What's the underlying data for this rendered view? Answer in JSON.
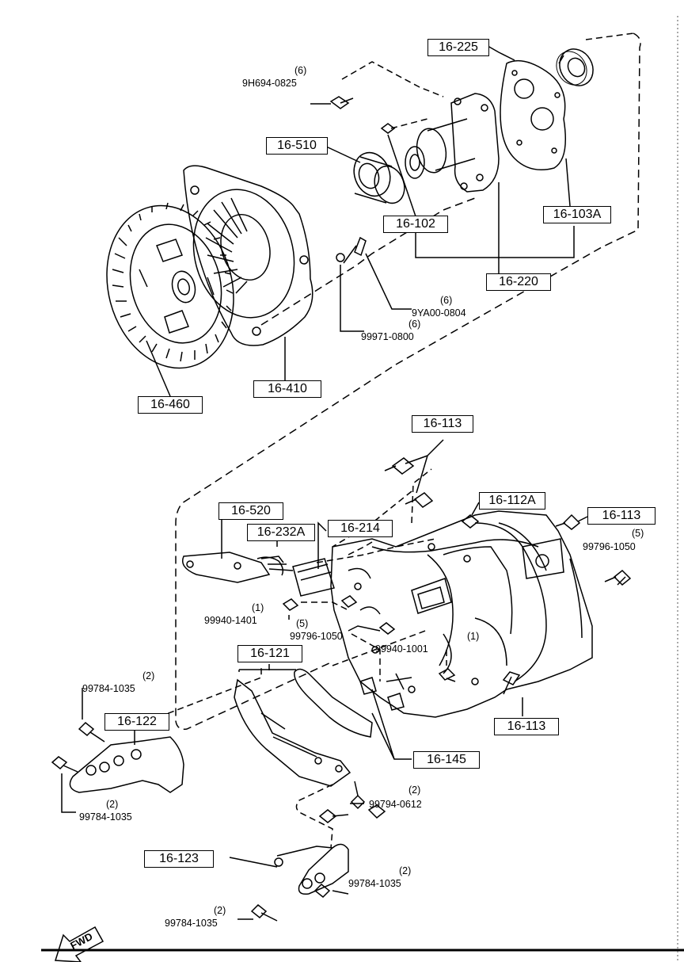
{
  "part_labels": {
    "p16_225": "16-225",
    "p16_510": "16-510",
    "p16_102": "16-102",
    "p16_103A": "16-103A",
    "p16_220": "16-220",
    "p16_410": "16-410",
    "p16_460": "16-460",
    "p16_113_top": "16-113",
    "p16_112A": "16-112A",
    "p16_113_right": "16-113",
    "p16_520": "16-520",
    "p16_232A": "16-232A",
    "p16_214": "16-214",
    "p16_121": "16-121",
    "p16_122": "16-122",
    "p16_113_bottom": "16-113",
    "p16_145": "16-145",
    "p16_123": "16-123"
  },
  "fasteners": {
    "f_9H694_qty": "(6)",
    "f_9H694": "9H694-0825",
    "f_9YA00_qty": "(6)",
    "f_9YA00": "9YA00-0804",
    "f_99971_qty": "(6)",
    "f_99971": "99971-0800",
    "f_99796_right_qty": "(5)",
    "f_99796_right": "99796-1050",
    "f_99940_1401_qty": "(1)",
    "f_99940_1401": "99940-1401",
    "f_99796_left_qty": "(5)",
    "f_99796_left": "99796-1050",
    "f_99940_1001_qty": "(1)",
    "f_99940_1001": "99940-1001",
    "f_99784_a_qty": "(2)",
    "f_99784_a": "99784-1035",
    "f_99784_b_qty": "(2)",
    "f_99784_b": "99784-1035",
    "f_99794_qty": "(2)",
    "f_99794": "99794-0612",
    "f_99784_c_qty": "(2)",
    "f_99784_c": "99784-1035",
    "f_99784_d_qty": "(2)",
    "f_99784_d": "99784-1035"
  },
  "direction_marker": "FWD"
}
